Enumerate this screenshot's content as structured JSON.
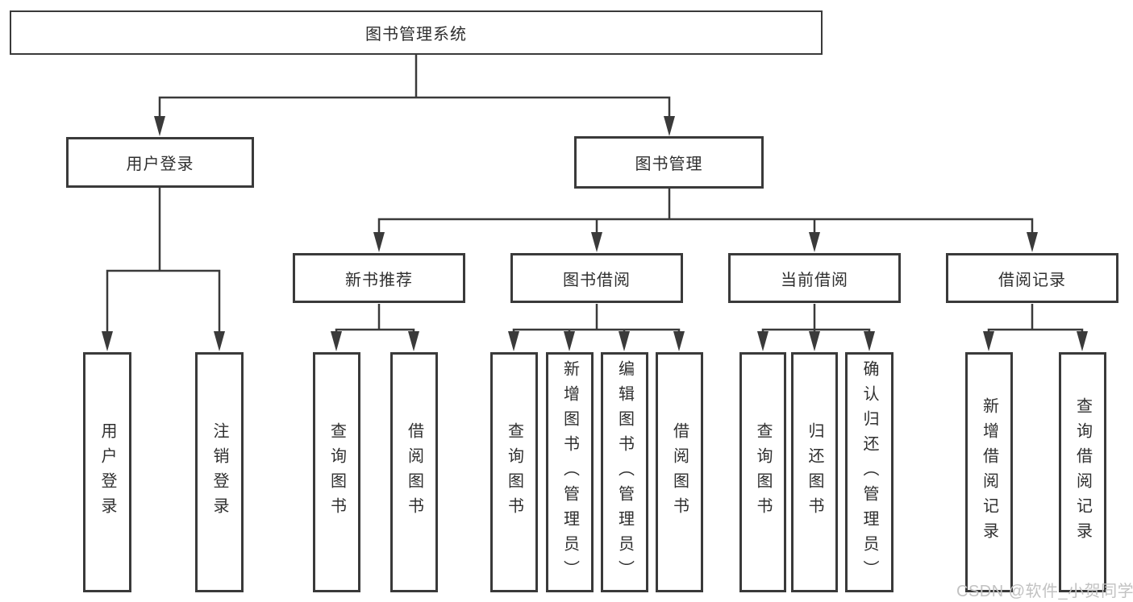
{
  "diagram": {
    "root": {
      "label": "图书管理系统"
    },
    "groups": [
      {
        "label": "用户登录",
        "children": [
          {
            "label": "用户登录"
          },
          {
            "label": "注销登录"
          }
        ]
      },
      {
        "label": "图书管理",
        "sections": [
          {
            "label": "新书推荐",
            "children": [
              {
                "label": "查询图书"
              },
              {
                "label": "借阅图书"
              }
            ]
          },
          {
            "label": "图书借阅",
            "children": [
              {
                "label": "查询图书"
              },
              {
                "label": "新增图书（管理员）"
              },
              {
                "label": "编辑图书（管理员）"
              },
              {
                "label": "借阅图书"
              }
            ]
          },
          {
            "label": "当前借阅",
            "children": [
              {
                "label": "查询图书"
              },
              {
                "label": "归还图书"
              },
              {
                "label": "确认归还（管理员）"
              }
            ]
          },
          {
            "label": "借阅记录",
            "children": [
              {
                "label": "新增借阅记录"
              },
              {
                "label": "查询借阅记录"
              }
            ]
          }
        ]
      }
    ]
  },
  "watermark": {
    "text": "CSDN @软件_小贺同学"
  },
  "colors": {
    "line": "#3a3a3a",
    "node_border": "#3a3a3a",
    "node_text": "#2f2f2f",
    "background": "#ffffff",
    "watermark": "#c2c2c2"
  }
}
